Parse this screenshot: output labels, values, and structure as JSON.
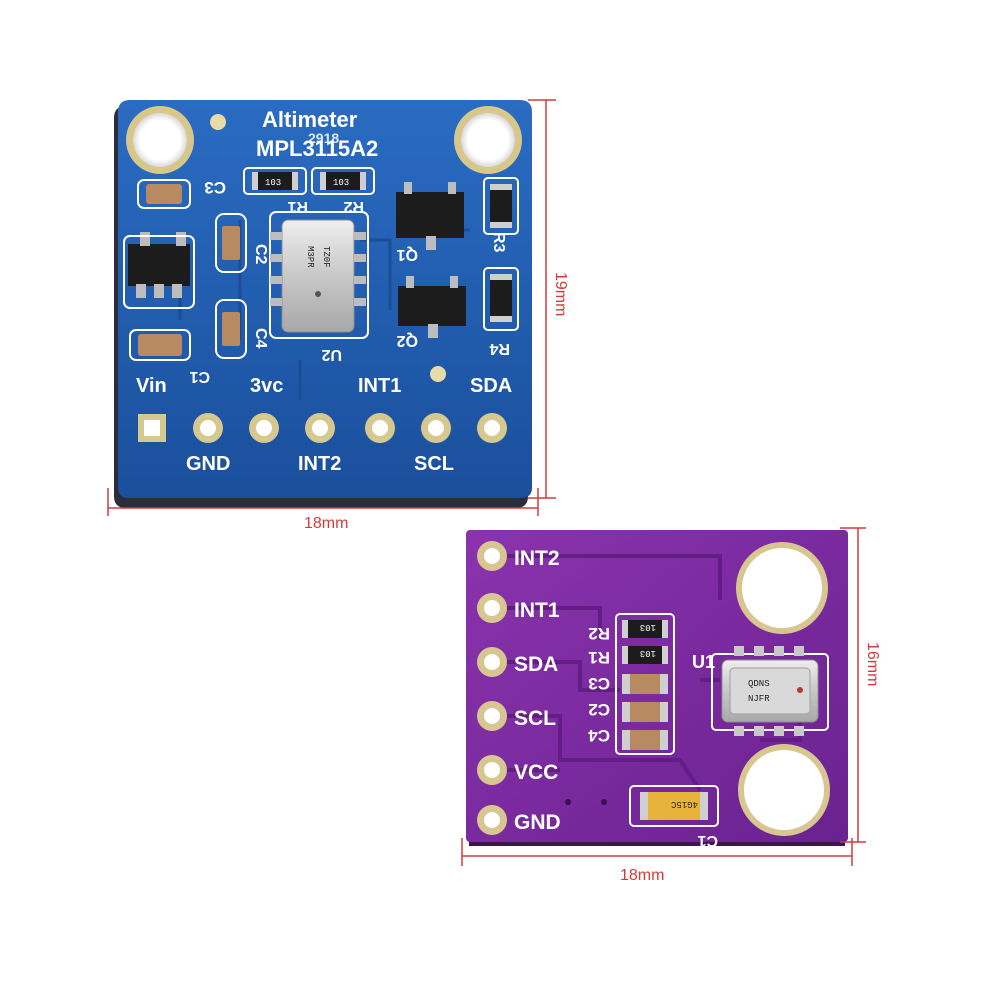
{
  "blue_board": {
    "title": "Altimeter",
    "part": "MPL3115A2",
    "part_overprint": "2918",
    "sensor_marking_1": "M3PR",
    "sensor_marking_2": "TZ0F",
    "refs": {
      "c3": "C3",
      "r1": "R1",
      "r2": "R2",
      "r3": "R3",
      "r4": "R4",
      "c2": "C2",
      "c4": "C4",
      "c1": "C1",
      "q1": "Q1",
      "q2": "Q2",
      "u2": "U2"
    },
    "resistor_code": "103",
    "pins_top": [
      "Vin",
      "3vc",
      "INT1",
      "SDA"
    ],
    "pins_bottom": [
      "GND",
      "INT2",
      "SCL"
    ],
    "width_label": "18mm",
    "height_label": "19mm"
  },
  "purple_board": {
    "pins": [
      "INT2",
      "INT1",
      "SDA",
      "SCL",
      "VCC",
      "GND"
    ],
    "refs": {
      "r2": "R2",
      "r1": "R1",
      "c3": "C3",
      "c2": "C2",
      "c4": "C4",
      "u1": "U1",
      "c1": "C1"
    },
    "resistor_code": "103",
    "sensor_marking_1": "QDNS",
    "sensor_marking_2": "NJFR",
    "cap_marking": "4G15C",
    "width_label": "18mm",
    "height_label": "16mm"
  },
  "colors": {
    "blue_pcb": "#1e5db0",
    "purple_pcb": "#7a2a9c",
    "dimension": "#d23b3b"
  }
}
